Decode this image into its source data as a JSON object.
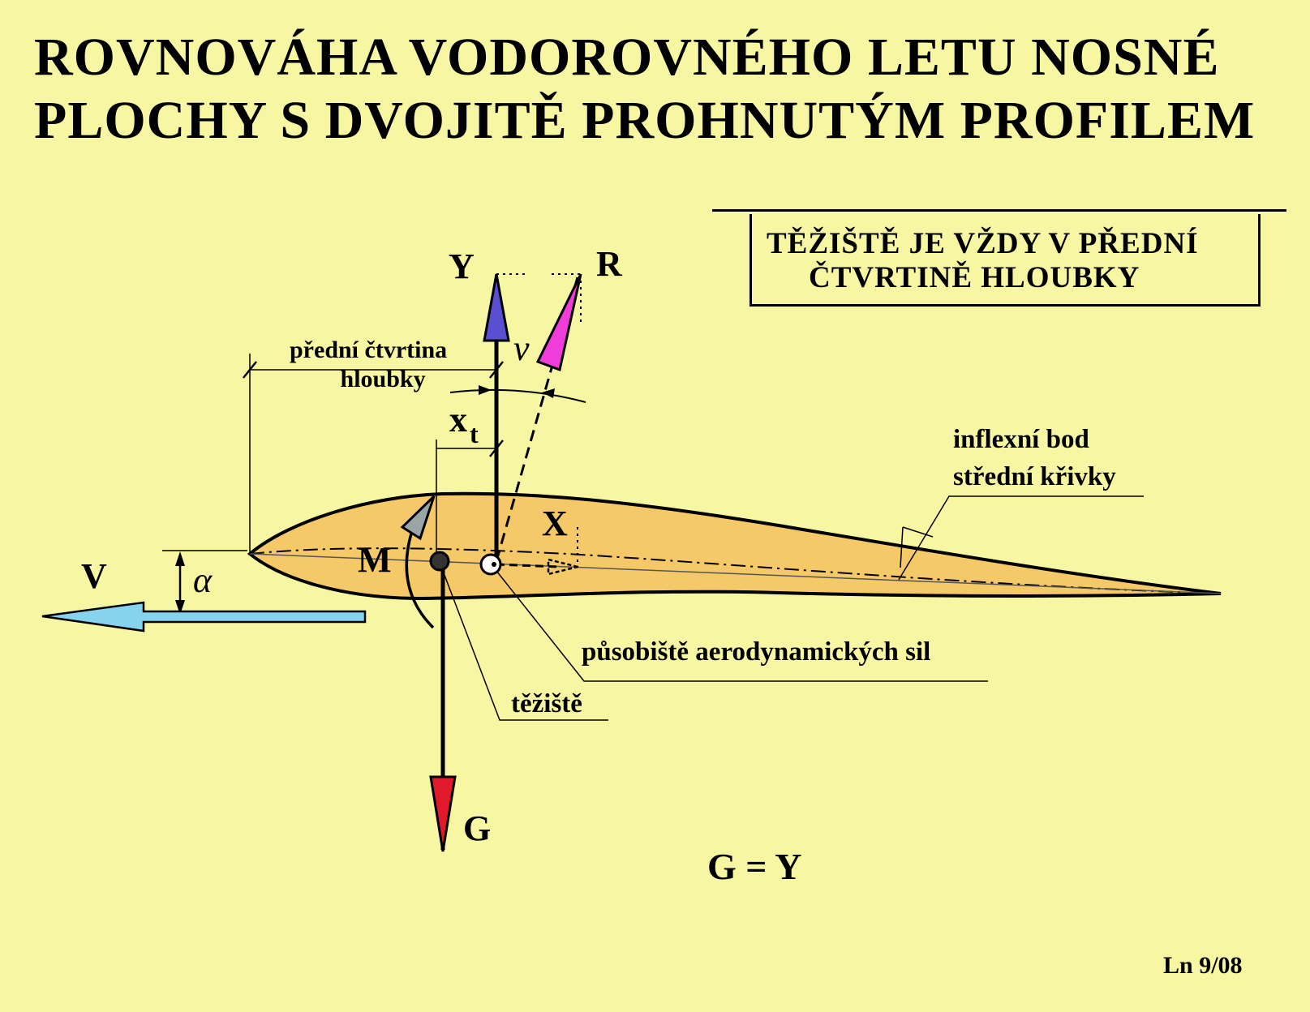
{
  "title": {
    "line1": "ROVNOVÁHA VODOROVNÉHO LETU NOSNÉ",
    "line2": "PLOCHY S DVOJITĚ PROHNUTÝM PROFILEM"
  },
  "note": {
    "line1": "TĚŽIŠTĚ JE VŽDY V PŘEDNÍ",
    "line2": "ČTVRTINĚ HLOUBKY"
  },
  "labels": {
    "Y": "Y",
    "R": "R",
    "nu": "ν",
    "quarter_line1": "přední čtvrtina",
    "quarter_line2": "hloubky",
    "xt_main": "x",
    "xt_sub": "t",
    "X": "X",
    "M": "M",
    "V": "V",
    "alpha": "α",
    "G": "G",
    "inflection_line1": "inflexní bod",
    "inflection_line2": "střední křivky",
    "pressure_center": "působiště aerodynamických sil",
    "center_of_gravity": "těžiště",
    "equation": "G = Y",
    "footer": "Ln 9/08"
  },
  "colors": {
    "background": "#f7f7a3",
    "airfoil_fill": "#f5c968",
    "lift_arrow": "#5a4fd0",
    "resultant_arrow": "#f03cd8",
    "velocity_arrow": "#86d3ee",
    "weight_arrow": "#e01a2a",
    "moment_arrow": "#9aa6a6"
  }
}
